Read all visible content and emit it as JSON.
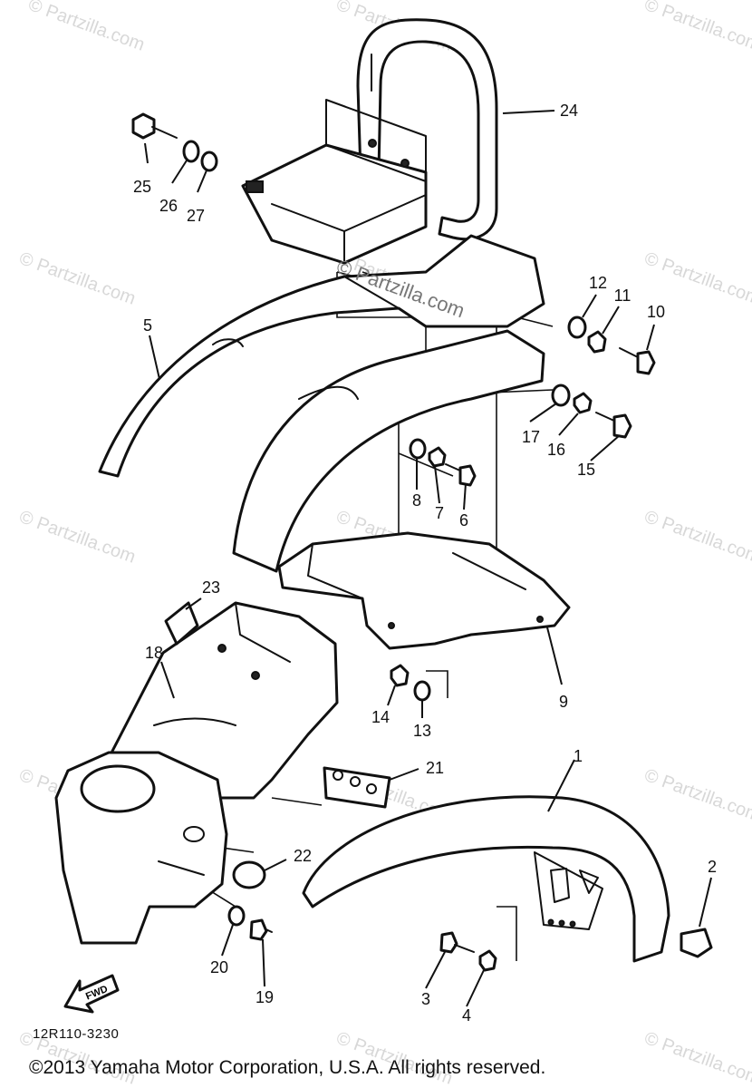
{
  "diagram": {
    "code": "12R110-3230",
    "copyright": "©2013 Yamaha Motor Corporation, U.S.A. All rights reserved.",
    "arrow_label": "FWD",
    "watermark": "© Partzilla.com",
    "center_watermark": "© Partzilla.com",
    "callouts": [
      "1",
      "2",
      "3",
      "4",
      "5",
      "6",
      "7",
      "8",
      "9",
      "10",
      "11",
      "12",
      "13",
      "14",
      "15",
      "16",
      "17",
      "18",
      "19",
      "20",
      "21",
      "22",
      "23",
      "24",
      "25",
      "26",
      "27"
    ]
  },
  "colors": {
    "line": "#111111",
    "background": "#ffffff",
    "watermark": "#d8d8d8"
  }
}
